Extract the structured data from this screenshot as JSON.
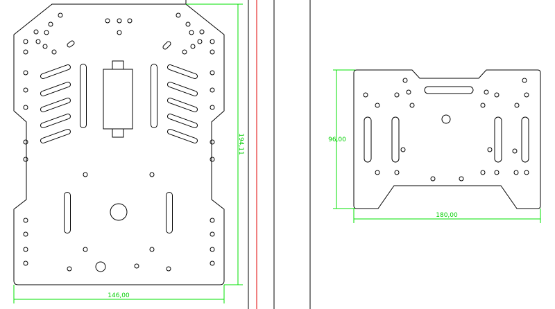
{
  "left_plate": {
    "height_dimension": "194,11",
    "width_dimension": "146,00"
  },
  "right_plate": {
    "height_dimension": "96,00",
    "width_dimension": "180,00"
  },
  "colors": {
    "dimension": "#00e000",
    "outline": "#000000",
    "axis_line": "#e00000"
  }
}
